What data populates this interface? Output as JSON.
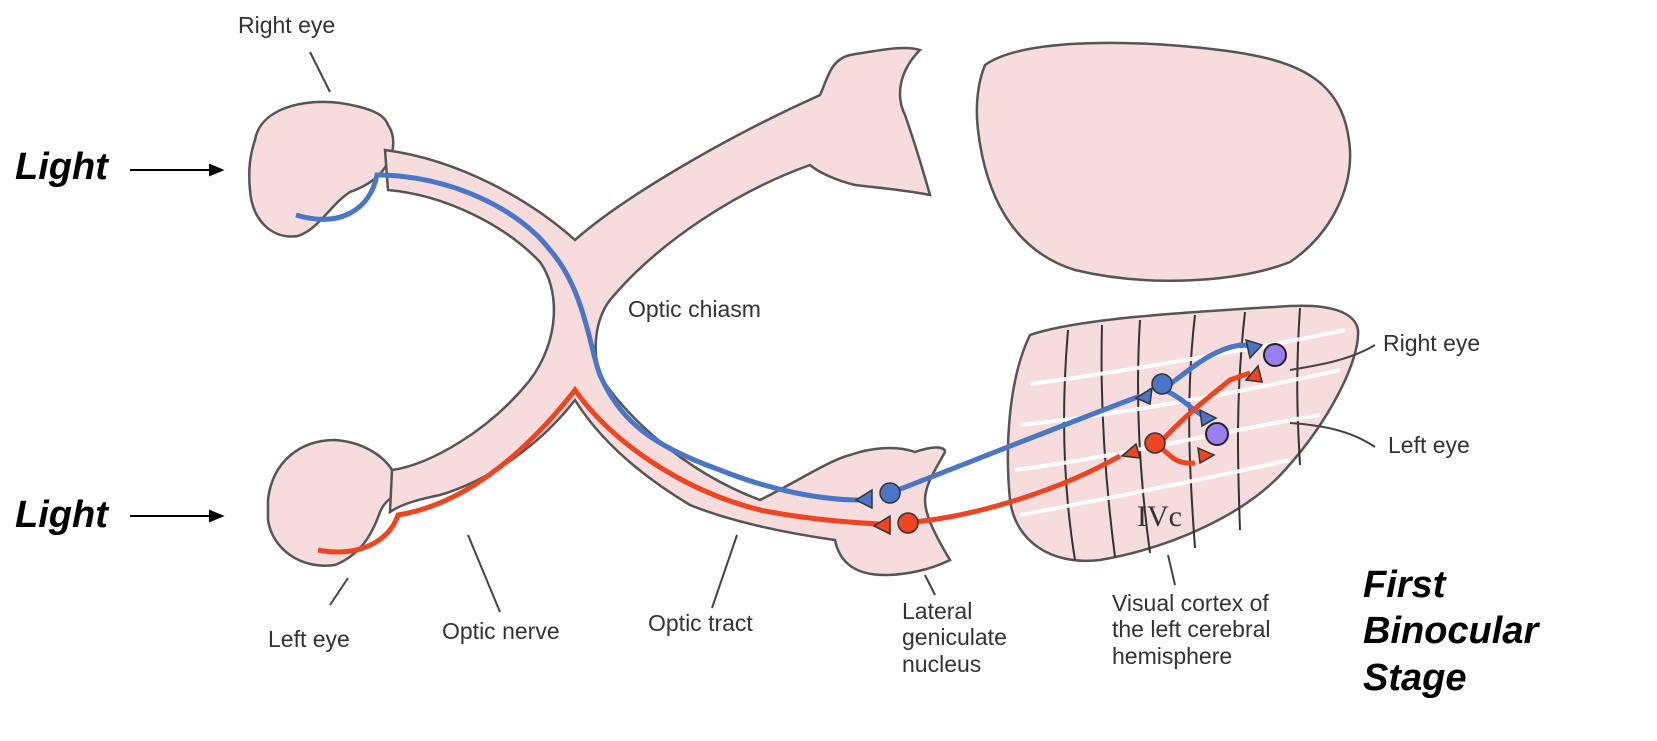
{
  "labels": {
    "right_eye_top": "Right eye",
    "left_eye_bottom": "Left eye",
    "optic_nerve": "Optic nerve",
    "optic_tract": "Optic tract",
    "optic_chiasm": "Optic chiasm",
    "lgn": [
      "Lateral",
      "geniculate",
      "nucleus"
    ],
    "visual_cortex": [
      "Visual cortex of",
      "the left cerebral",
      "hemisphere"
    ],
    "cortex_right_eye": "Right eye",
    "cortex_left_eye": "Left eye",
    "layer": "IVc"
  },
  "light_labels": [
    "Light",
    "Light"
  ],
  "stage_label": [
    "First",
    "Binocular",
    "Stage"
  ],
  "colors": {
    "tissue": "#f6dcdc",
    "outline": "#555555",
    "right_eye_path": "#4a76c8",
    "left_eye_path": "#ee4422",
    "binocular_cell": "#9a7ef0"
  }
}
